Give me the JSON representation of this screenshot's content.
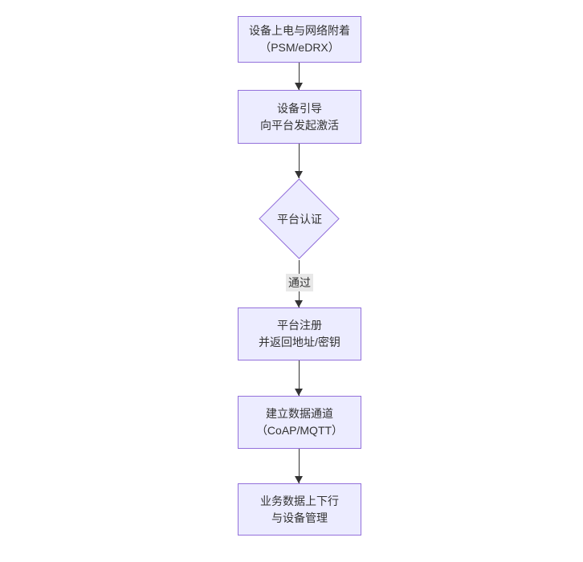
{
  "flowchart": {
    "direction": "top-down",
    "nodes": [
      {
        "id": "A",
        "shape": "rect",
        "lines": [
          "设备上电与网络附着",
          "（PSM/eDRX）"
        ]
      },
      {
        "id": "B",
        "shape": "rect",
        "lines": [
          "设备引导",
          "向平台发起激活"
        ]
      },
      {
        "id": "C",
        "shape": "diamond",
        "lines": [
          "平台认证"
        ]
      },
      {
        "id": "D",
        "shape": "rect",
        "lines": [
          "平台注册",
          "并返回地址/密钥"
        ]
      },
      {
        "id": "E",
        "shape": "rect",
        "lines": [
          "建立数据通道",
          "（CoAP/MQTT）"
        ]
      },
      {
        "id": "F",
        "shape": "rect",
        "lines": [
          "业务数据上下行",
          "与设备管理"
        ]
      }
    ],
    "edges": [
      {
        "from": "A",
        "to": "B",
        "label": ""
      },
      {
        "from": "B",
        "to": "C",
        "label": ""
      },
      {
        "from": "C",
        "to": "D",
        "label": "通过"
      },
      {
        "from": "D",
        "to": "E",
        "label": ""
      },
      {
        "from": "E",
        "to": "F",
        "label": ""
      }
    ],
    "colors": {
      "background": "#ffffff",
      "node_fill": "#ececff",
      "node_border": "#9370db",
      "text": "#333333",
      "edge_line": "#333333",
      "edge_label_bg": "#e8e8e8"
    }
  }
}
